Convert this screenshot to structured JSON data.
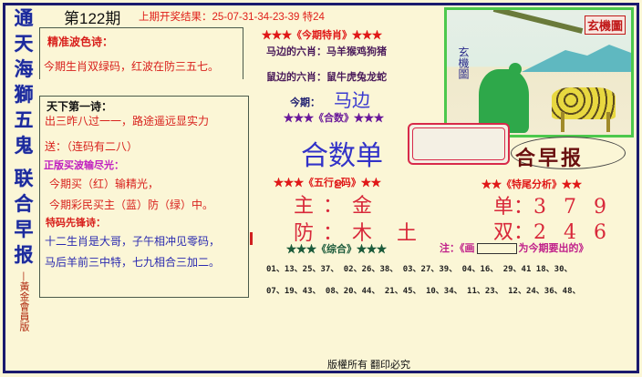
{
  "sidebar": {
    "title_chars": [
      "通",
      "天",
      "海",
      "獅",
      "五",
      "鬼",
      "联",
      "合",
      "早",
      "报"
    ],
    "subtitle": "—黃金會員版"
  },
  "header": {
    "issue": "第122期",
    "last_result_label": "上期开奖结果：",
    "last_result": "25-07-31-34-23-39",
    "special": "特24"
  },
  "poems": {
    "wave_title": "精准波色诗：",
    "wave_line": "今期生肖双绿码，红波在防三五七。",
    "first_title": "天下第一诗：",
    "first_line": "出三昨八过一一，路途遥远显实力",
    "gift": "送：（连码有二八）",
    "zhengban_title": "正版买波输尽光：",
    "zhengban_line1": "今期买（红）输精光，",
    "zhengban_line2": "今期彩民买主（蓝）防（绿）中。",
    "tema_title": "特码先锋诗：",
    "tema_line1": "十二生肖是大哥，子午相冲见零码，",
    "tema_line2": "马后羊前三中特，七九相合三加二。"
  },
  "special_zodiac": {
    "title": "★★★《今期特肖》★★★",
    "horse_side": "马边的六肖：马羊猴鸡狗猪",
    "rat_side": "鼠边的六肖：鼠牛虎兔龙蛇",
    "current_label": "今期：",
    "current_value": "马边"
  },
  "sum": {
    "title": "★★★《合数》★★★",
    "value": "合数单"
  },
  "five_elements": {
    "title": "★★★《五行ള码》★★",
    "main_label": "主：",
    "main_value": "金",
    "guard_label": "防：",
    "guard_value": "木 土"
  },
  "tail_analysis": {
    "title": "★★《特尾分析》★★",
    "odd_label": "单：",
    "odd_value": "3 7 9",
    "even_label": "双：",
    "even_value": "2 4 6"
  },
  "brand": {
    "name": "合早报",
    "image_stamp": "玄機圖",
    "image_label": "玄機圖"
  },
  "combined": {
    "title": "★★★《综合》★★★",
    "note_prefix": "注：《画",
    "note_suffix": "为今期要出的》",
    "row1": "01、13、25、37、  02、26、38、  03、27、39、  04、16、  29、41  18、30、",
    "row2": "07、19、43、  08、20、44、  21、45、  10、34、  11、23、  12、24、36、48、"
  },
  "footer": {
    "copyright": "版權所有 翻印必究"
  }
}
